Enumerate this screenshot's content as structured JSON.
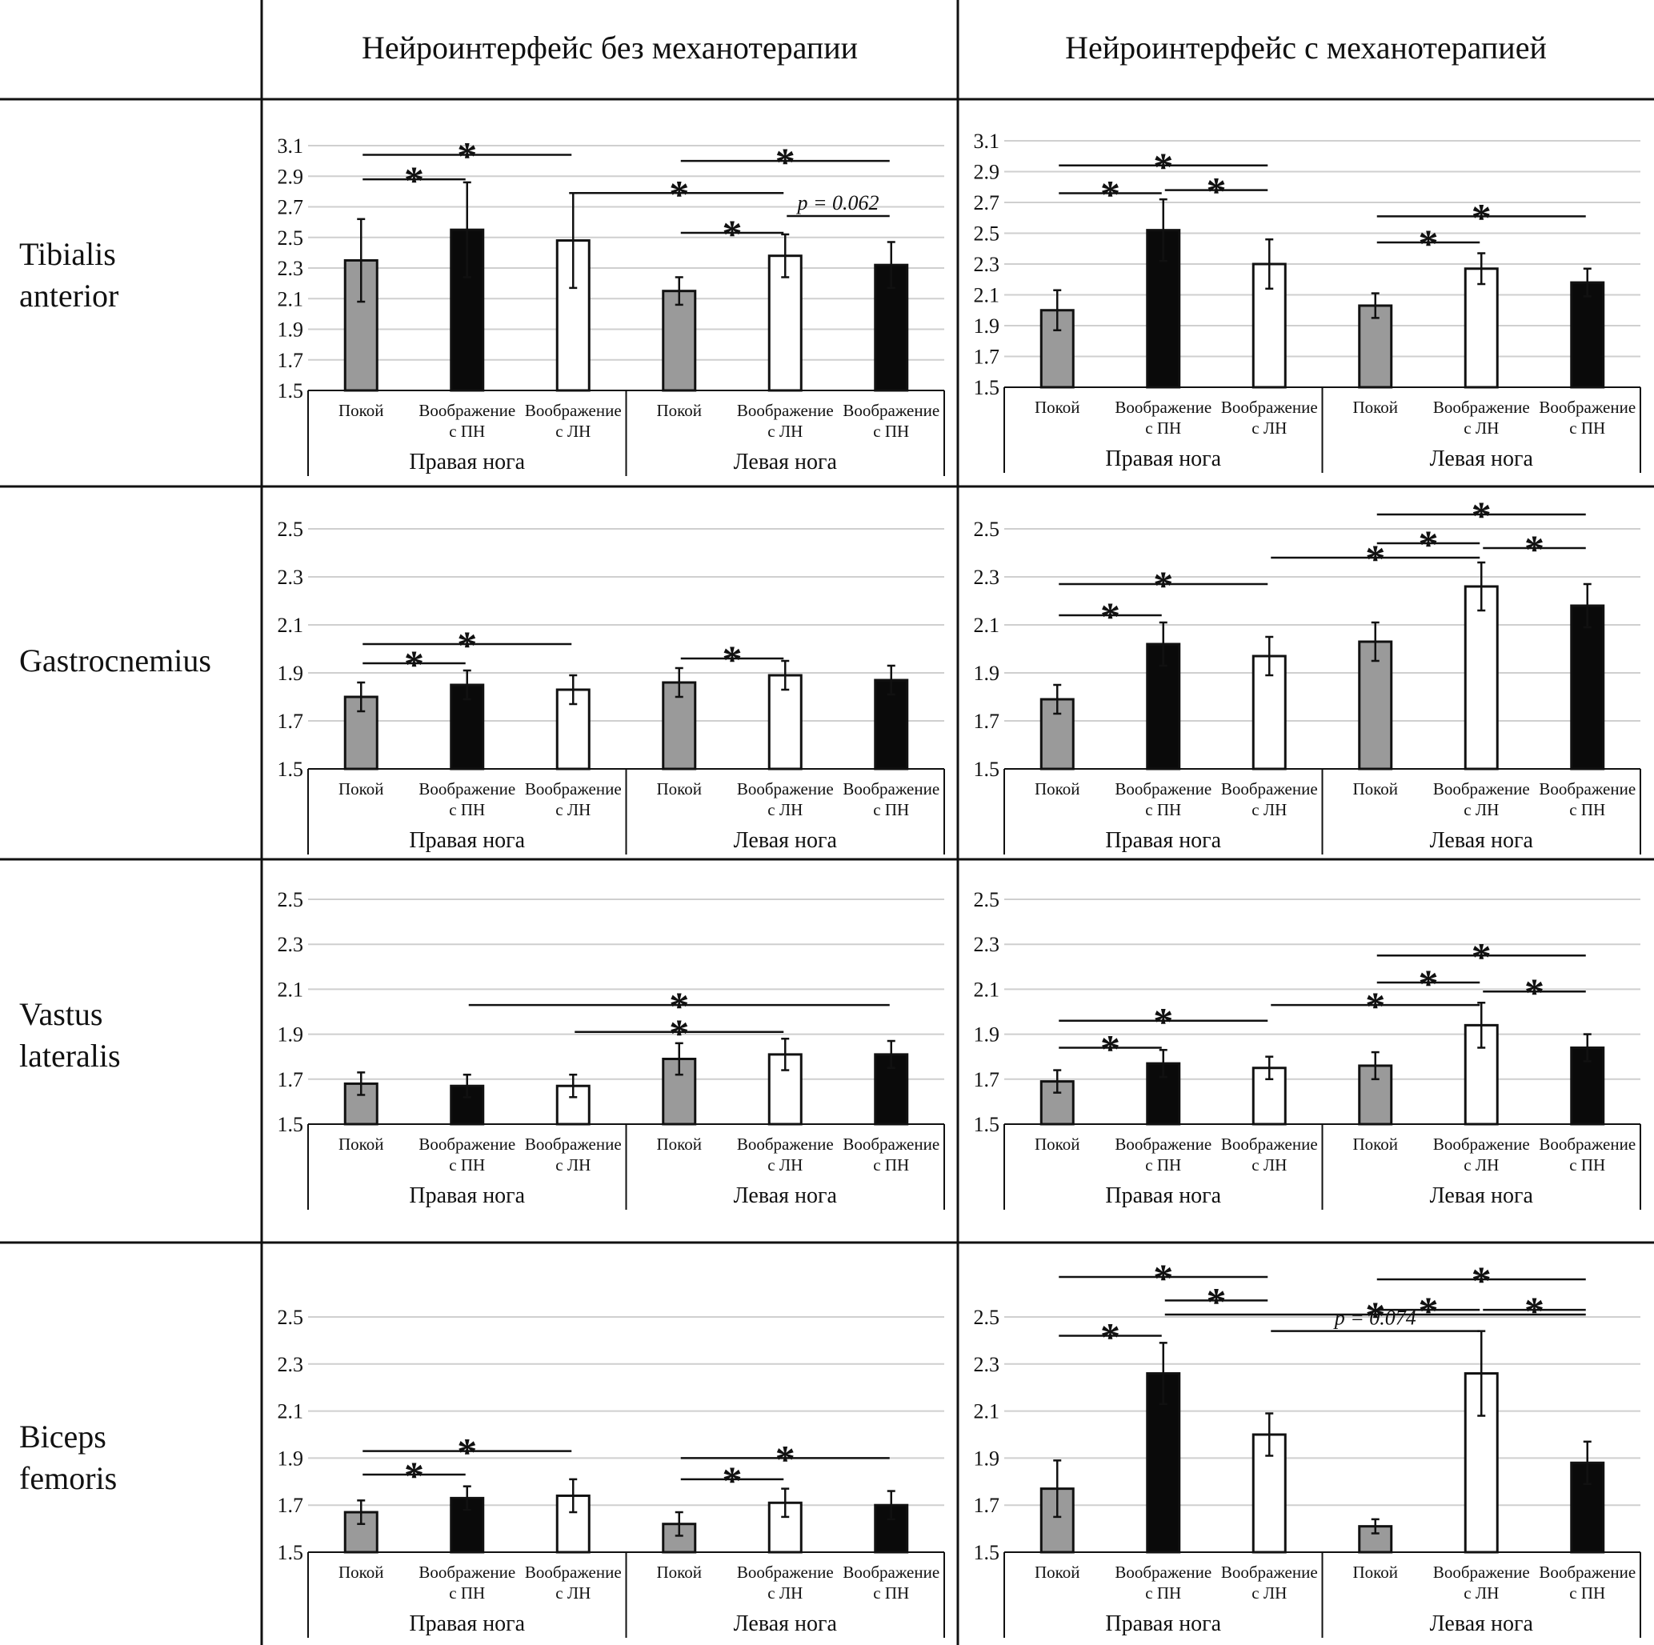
{
  "columns": [
    "Нейроинтерфейс без механотерапии",
    "Нейроинтерфейс с механотерапией"
  ],
  "rows": [
    {
      "label_lines": [
        "Tibialis",
        "anterior"
      ]
    },
    {
      "label_lines": [
        "Gastrocnemius"
      ]
    },
    {
      "label_lines": [
        "Vastus",
        "lateralis"
      ]
    },
    {
      "label_lines": [
        "Biceps",
        "femoris"
      ]
    }
  ],
  "category_lines": [
    [
      "Покой"
    ],
    [
      "Воображение",
      "с ПН"
    ],
    [
      "Воображение",
      "с ЛН"
    ],
    [
      "Покой"
    ],
    [
      "Воображение",
      "с ЛН"
    ],
    [
      "Воображение",
      "с ПН"
    ]
  ],
  "groups": [
    "Правая нога",
    "Левая нога"
  ],
  "colors": {
    "rest": "#9a9a9a",
    "pn": "#0a0a0a",
    "ln": "#ffffff",
    "grid": "#cfcfcf",
    "stroke": "#111111"
  },
  "significance_marker": "*",
  "chart_data": [
    {
      "type": "bar",
      "muscle": "Tibialis anterior",
      "column": "Нейроинтерфейс без механотерапии",
      "ylim": [
        1.5,
        3.1
      ],
      "yticks": [
        "1.5",
        "1.7",
        "1.9",
        "2.1",
        "2.3",
        "2.5",
        "2.7",
        "2.9",
        "3.1"
      ],
      "values": [
        2.35,
        2.55,
        2.48,
        2.15,
        2.38,
        2.32
      ],
      "errors": [
        0.27,
        0.31,
        0.31,
        0.09,
        0.14,
        0.15
      ],
      "brackets": [
        {
          "from": 0,
          "to": 2,
          "y": 3.04,
          "label": "*"
        },
        {
          "from": 0,
          "to": 1,
          "y": 2.88,
          "label": "*"
        },
        {
          "from": 2,
          "to": 4,
          "y": 2.79,
          "label": "*"
        },
        {
          "from": 3,
          "to": 5,
          "y": 3.0,
          "label": "*"
        },
        {
          "from": 3,
          "to": 4,
          "y": 2.53,
          "label": "*"
        },
        {
          "from": 4,
          "to": 5,
          "y": 2.64,
          "label": "p = 0.062"
        }
      ]
    },
    {
      "type": "bar",
      "muscle": "Tibialis anterior",
      "column": "Нейроинтерфейс с механотерапией",
      "ylim": [
        1.5,
        3.1
      ],
      "yticks": [
        "1.5",
        "1.7",
        "1.9",
        "2.1",
        "2.3",
        "2.5",
        "2.7",
        "2.9",
        "3.1"
      ],
      "values": [
        2.0,
        2.52,
        2.3,
        2.03,
        2.27,
        2.18
      ],
      "errors": [
        0.13,
        0.2,
        0.16,
        0.08,
        0.1,
        0.09
      ],
      "brackets": [
        {
          "from": 0,
          "to": 2,
          "y": 2.94,
          "label": "*"
        },
        {
          "from": 0,
          "to": 1,
          "y": 2.76,
          "label": "*"
        },
        {
          "from": 1,
          "to": 2,
          "y": 2.78,
          "label": "*"
        },
        {
          "from": 3,
          "to": 5,
          "y": 2.61,
          "label": "*"
        },
        {
          "from": 3,
          "to": 4,
          "y": 2.44,
          "label": "*"
        }
      ]
    },
    {
      "type": "bar",
      "muscle": "Gastrocnemius",
      "column": "Нейроинтерфейс без механотерапии",
      "ylim": [
        1.5,
        2.5
      ],
      "yticks": [
        "1.5",
        "1.7",
        "1.9",
        "2.1",
        "2.3",
        "2.5"
      ],
      "values": [
        1.8,
        1.85,
        1.83,
        1.86,
        1.89,
        1.87
      ],
      "errors": [
        0.06,
        0.06,
        0.06,
        0.06,
        0.06,
        0.06
      ],
      "brackets": [
        {
          "from": 0,
          "to": 2,
          "y": 2.02,
          "label": "*"
        },
        {
          "from": 0,
          "to": 1,
          "y": 1.94,
          "label": "*"
        },
        {
          "from": 3,
          "to": 4,
          "y": 1.96,
          "label": "*"
        }
      ]
    },
    {
      "type": "bar",
      "muscle": "Gastrocnemius",
      "column": "Нейроинтерфейс с механотерапией",
      "ylim": [
        1.5,
        2.5
      ],
      "yticks": [
        "1.5",
        "1.7",
        "1.9",
        "2.1",
        "2.3",
        "2.5"
      ],
      "values": [
        1.79,
        2.02,
        1.97,
        2.03,
        2.26,
        2.18
      ],
      "errors": [
        0.06,
        0.09,
        0.08,
        0.08,
        0.1,
        0.09
      ],
      "brackets": [
        {
          "from": 0,
          "to": 2,
          "y": 2.27,
          "label": "*"
        },
        {
          "from": 0,
          "to": 1,
          "y": 2.14,
          "label": "*"
        },
        {
          "from": 2,
          "to": 4,
          "y": 2.38,
          "label": "*"
        },
        {
          "from": 3,
          "to": 5,
          "y": 2.56,
          "label": "*"
        },
        {
          "from": 3,
          "to": 4,
          "y": 2.44,
          "label": "*"
        },
        {
          "from": 4,
          "to": 5,
          "y": 2.42,
          "label": "*"
        }
      ]
    },
    {
      "type": "bar",
      "muscle": "Vastus lateralis",
      "column": "Нейроинтерфейс без механотерапии",
      "ylim": [
        1.5,
        2.5
      ],
      "yticks": [
        "1.5",
        "1.7",
        "1.9",
        "2.1",
        "2.3",
        "2.5"
      ],
      "values": [
        1.68,
        1.67,
        1.67,
        1.79,
        1.81,
        1.81
      ],
      "errors": [
        0.05,
        0.05,
        0.05,
        0.07,
        0.07,
        0.06
      ],
      "brackets": [
        {
          "from": 1,
          "to": 5,
          "y": 2.03,
          "label": "*"
        },
        {
          "from": 2,
          "to": 4,
          "y": 1.91,
          "label": "*"
        }
      ]
    },
    {
      "type": "bar",
      "muscle": "Vastus lateralis",
      "column": "Нейроинтерфейс с механотерапией",
      "ylim": [
        1.5,
        2.5
      ],
      "yticks": [
        "1.5",
        "1.7",
        "1.9",
        "2.1",
        "2.3",
        "2.5"
      ],
      "values": [
        1.69,
        1.77,
        1.75,
        1.76,
        1.94,
        1.84
      ],
      "errors": [
        0.05,
        0.06,
        0.05,
        0.06,
        0.1,
        0.06
      ],
      "brackets": [
        {
          "from": 0,
          "to": 2,
          "y": 1.96,
          "label": "*"
        },
        {
          "from": 0,
          "to": 1,
          "y": 1.84,
          "label": "*"
        },
        {
          "from": 2,
          "to": 4,
          "y": 2.03,
          "label": "*"
        },
        {
          "from": 3,
          "to": 5,
          "y": 2.25,
          "label": "*"
        },
        {
          "from": 3,
          "to": 4,
          "y": 2.13,
          "label": "*"
        },
        {
          "from": 4,
          "to": 5,
          "y": 2.09,
          "label": "*"
        }
      ]
    },
    {
      "type": "bar",
      "muscle": "Biceps femoris",
      "column": "Нейроинтерфейс без механотерапии",
      "ylim": [
        1.5,
        2.5
      ],
      "yticks": [
        "1.5",
        "1.7",
        "1.9",
        "2.1",
        "2.3",
        "2.5"
      ],
      "values": [
        1.67,
        1.73,
        1.74,
        1.62,
        1.71,
        1.7
      ],
      "errors": [
        0.05,
        0.05,
        0.07,
        0.05,
        0.06,
        0.06
      ],
      "brackets": [
        {
          "from": 0,
          "to": 2,
          "y": 1.93,
          "label": "*"
        },
        {
          "from": 0,
          "to": 1,
          "y": 1.83,
          "label": "*"
        },
        {
          "from": 3,
          "to": 5,
          "y": 1.9,
          "label": "*"
        },
        {
          "from": 3,
          "to": 4,
          "y": 1.81,
          "label": "*"
        }
      ]
    },
    {
      "type": "bar",
      "muscle": "Biceps femoris",
      "column": "Нейроинтерфейс с механотерапией",
      "ylim": [
        1.5,
        2.5
      ],
      "yticks": [
        "1.5",
        "1.7",
        "1.9",
        "2.1",
        "2.3",
        "2.5"
      ],
      "values": [
        1.77,
        2.26,
        2.0,
        1.61,
        2.26,
        1.88
      ],
      "errors": [
        0.12,
        0.13,
        0.09,
        0.03,
        0.18,
        0.09
      ],
      "brackets": [
        {
          "from": 0,
          "to": 2,
          "y": 2.67,
          "label": "*"
        },
        {
          "from": 0,
          "to": 1,
          "y": 2.42,
          "label": "*"
        },
        {
          "from": 1,
          "to": 2,
          "y": 2.57,
          "label": "*"
        },
        {
          "from": 1,
          "to": 5,
          "y": 2.51,
          "label": "*"
        },
        {
          "from": 2,
          "to": 4,
          "y": 2.44,
          "label": "p = 0.074"
        },
        {
          "from": 3,
          "to": 5,
          "y": 2.66,
          "label": "*"
        },
        {
          "from": 3,
          "to": 4,
          "y": 2.53,
          "label": "*"
        },
        {
          "from": 4,
          "to": 5,
          "y": 2.53,
          "label": "*"
        }
      ]
    }
  ]
}
